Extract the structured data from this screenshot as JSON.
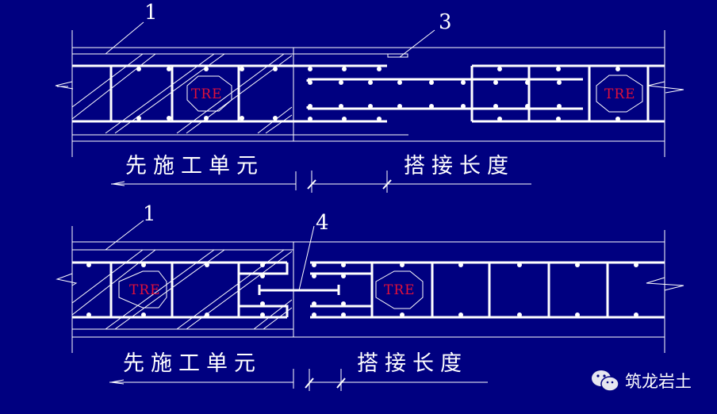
{
  "diagram": {
    "type": "rebar-lap-splice-construction-detail",
    "background_color": "#000080",
    "line_color": "#ffffff",
    "label_color": "#e0103a"
  },
  "top": {
    "callouts": [
      {
        "id": "1",
        "label": "1"
      },
      {
        "id": "3",
        "label": "3"
      }
    ],
    "tre_labels": [
      "TRE",
      "TRE"
    ],
    "dim_left_label": "先施工单元",
    "dim_right_label": "搭接长度"
  },
  "bottom": {
    "callouts": [
      {
        "id": "1",
        "label": "1"
      },
      {
        "id": "4",
        "label": "4"
      }
    ],
    "tre_labels": [
      "TRE",
      "TRE"
    ],
    "dim_left_label": "先施工单元",
    "dim_right_label": "搭接长度"
  },
  "watermark": {
    "icon": "wechat-icon",
    "text": "筑龙岩土"
  }
}
